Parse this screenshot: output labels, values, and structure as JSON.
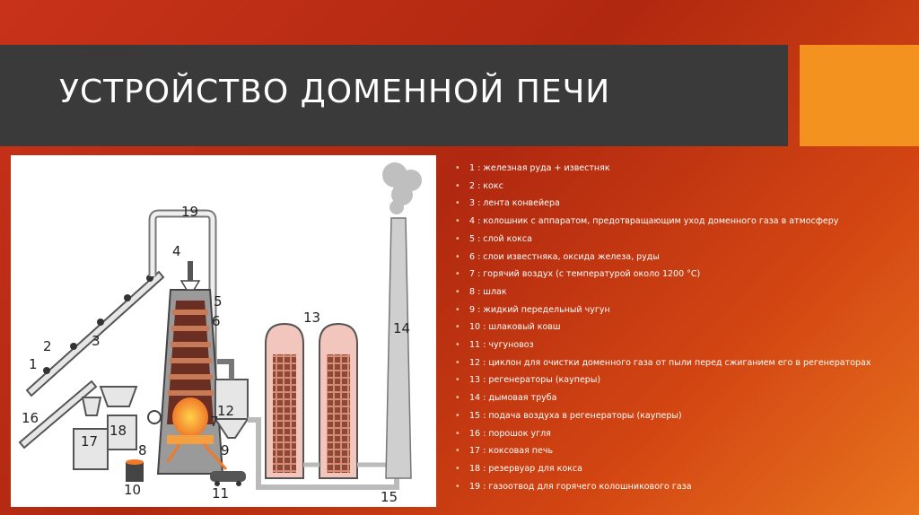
{
  "title": "УСТРОЙСТВО ДОМЕННОЙ ПЕЧИ",
  "colors": {
    "title_bar": "#3a3a3a",
    "accent": "#f3921e",
    "background": "#c8321a",
    "panel": "#ffffff",
    "furnace_glow": "#f07a2a",
    "regenerator": "#e58a7a"
  },
  "diagram": {
    "labels": [
      "1",
      "2",
      "3",
      "4",
      "5",
      "6",
      "7",
      "8",
      "9",
      "10",
      "11",
      "12",
      "13",
      "14",
      "15",
      "16",
      "17",
      "18",
      "19"
    ]
  },
  "legend": [
    "1 : железная руда + известняк",
    "2 : кокс",
    "3 : лента конвейера",
    "4 : колошник с аппаратом, предотвращающим уход доменного газа в атмосферу",
    "5 : слой кокса",
    "6 : слои известняка, оксида железа, руды",
    "7 : горячий воздух (с температурой около 1200 °C)",
    "8 : шлак",
    "9 : жидкий передельный чугун",
    "10 : шлаковый ковш",
    "11 : чугуновоз",
    "12 : циклон для очистки доменного газа от пыли перед сжиганием его в регенераторах",
    "13 : регенераторы (кауперы)",
    "14 : дымовая труба",
    "15 : подача воздуха в регенераторы (кауперы)",
    "16 : порошок угля",
    "17 : коксовая печь",
    "18 : резервуар для кокса",
    "19 : газоотвод для горячего колошникового газа"
  ]
}
